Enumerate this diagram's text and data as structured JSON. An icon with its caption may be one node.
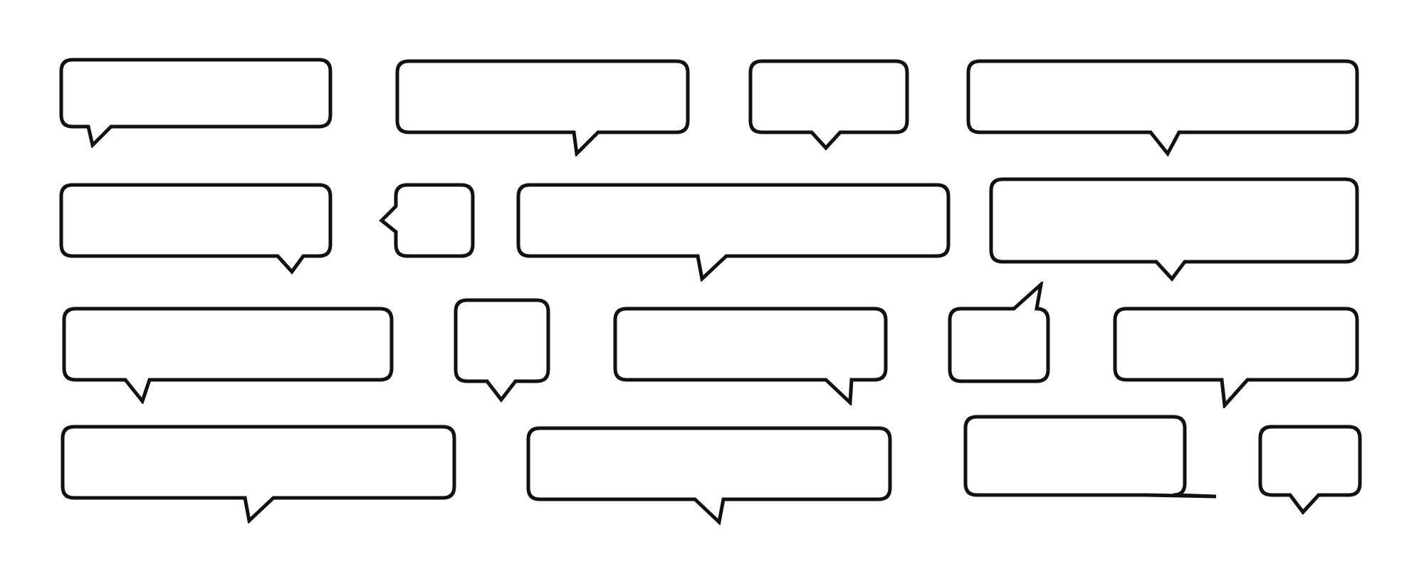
{
  "diagram": {
    "nodes": [
      {
        "text": [],
        "shape": "bubble"
      },
      {
        "text": [],
        "shape": "bubble"
      },
      {
        "text": [],
        "shape": "bubble"
      },
      {
        "text": [],
        "shape": "bubble"
      },
      {
        "text": [],
        "shape": "bubble"
      },
      {
        "text": [],
        "shape": "bubble"
      },
      {
        "text": [],
        "shape": "bubble"
      },
      {
        "text": [],
        "shape": "bubble"
      },
      {
        "text": [],
        "shape": "bubble"
      },
      {
        "text": [],
        "shape": "bubble"
      },
      {
        "text": [],
        "shape": "bubble"
      },
      {
        "text": [],
        "shape": "bubble"
      },
      {
        "text": [],
        "shape": "bubble"
      },
      {
        "text": [],
        "shape": "bubble"
      },
      {
        "text": [],
        "shape": "bubble"
      },
      {
        "text": [],
        "shape": "bubble"
      },
      {
        "text": [],
        "shape": "bubble"
      }
    ]
  }
}
